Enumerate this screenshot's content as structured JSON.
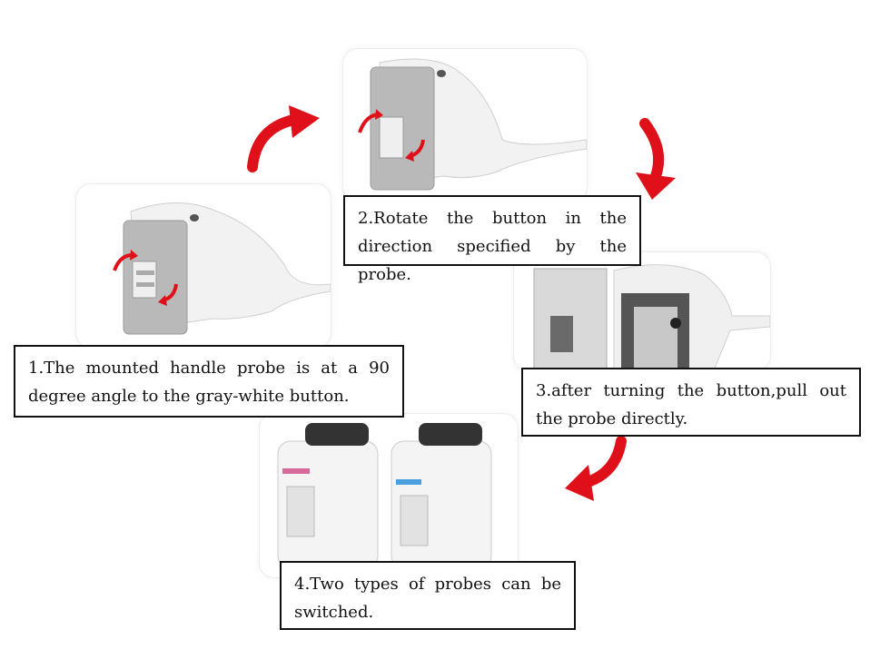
{
  "steps": [
    {
      "caption": "1.The mounted handle probe is at a 90 degree angle to the gray-white button."
    },
    {
      "caption": "2.Rotate the button in the direction specified by the probe."
    },
    {
      "caption": "3.after turning the button,pull out the probe directly."
    },
    {
      "caption": "4.Two types of probes can be switched."
    }
  ],
  "colors": {
    "arrow": "#e0101a",
    "caption_border": "#111111",
    "probe_pink": "#d86a9a",
    "probe_blue": "#4a9fe0"
  },
  "icons": [
    "curved-arrow-icon",
    "rotate-arrow-icon"
  ]
}
